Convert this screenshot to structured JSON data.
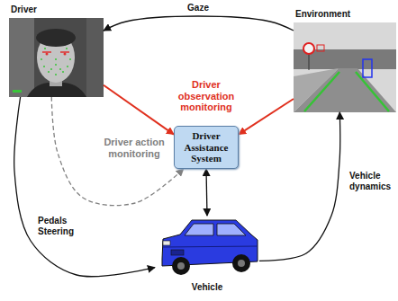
{
  "diagram": {
    "nodes": [
      {
        "text": [
          "Driver"
        ]
      },
      {
        "text": [
          "Environment"
        ]
      },
      {
        "text": [
          "Driver Assistance System"
        ]
      },
      {
        "text": [
          "Vehicle"
        ]
      }
    ],
    "edges": [
      {
        "from": 1,
        "to": 0,
        "arrow": "to",
        "label": "Gaze"
      },
      {
        "from": 0,
        "to": 2,
        "arrow": "to"
      },
      {
        "from": 1,
        "to": 2,
        "arrow": "to"
      },
      {
        "from": 0,
        "to": 2,
        "arrow": "to",
        "label": "Driver action monitoring"
      },
      {
        "from": 0,
        "to": 3,
        "arrow": "to",
        "label": "Pedals Steering"
      },
      {
        "from": 3,
        "to": 1,
        "arrow": "to",
        "label": "Vehicle dynamics"
      },
      {
        "from": 2,
        "to": 3,
        "arrow": "both"
      }
    ],
    "labels": [
      "Driver observation monitoring"
    ]
  }
}
